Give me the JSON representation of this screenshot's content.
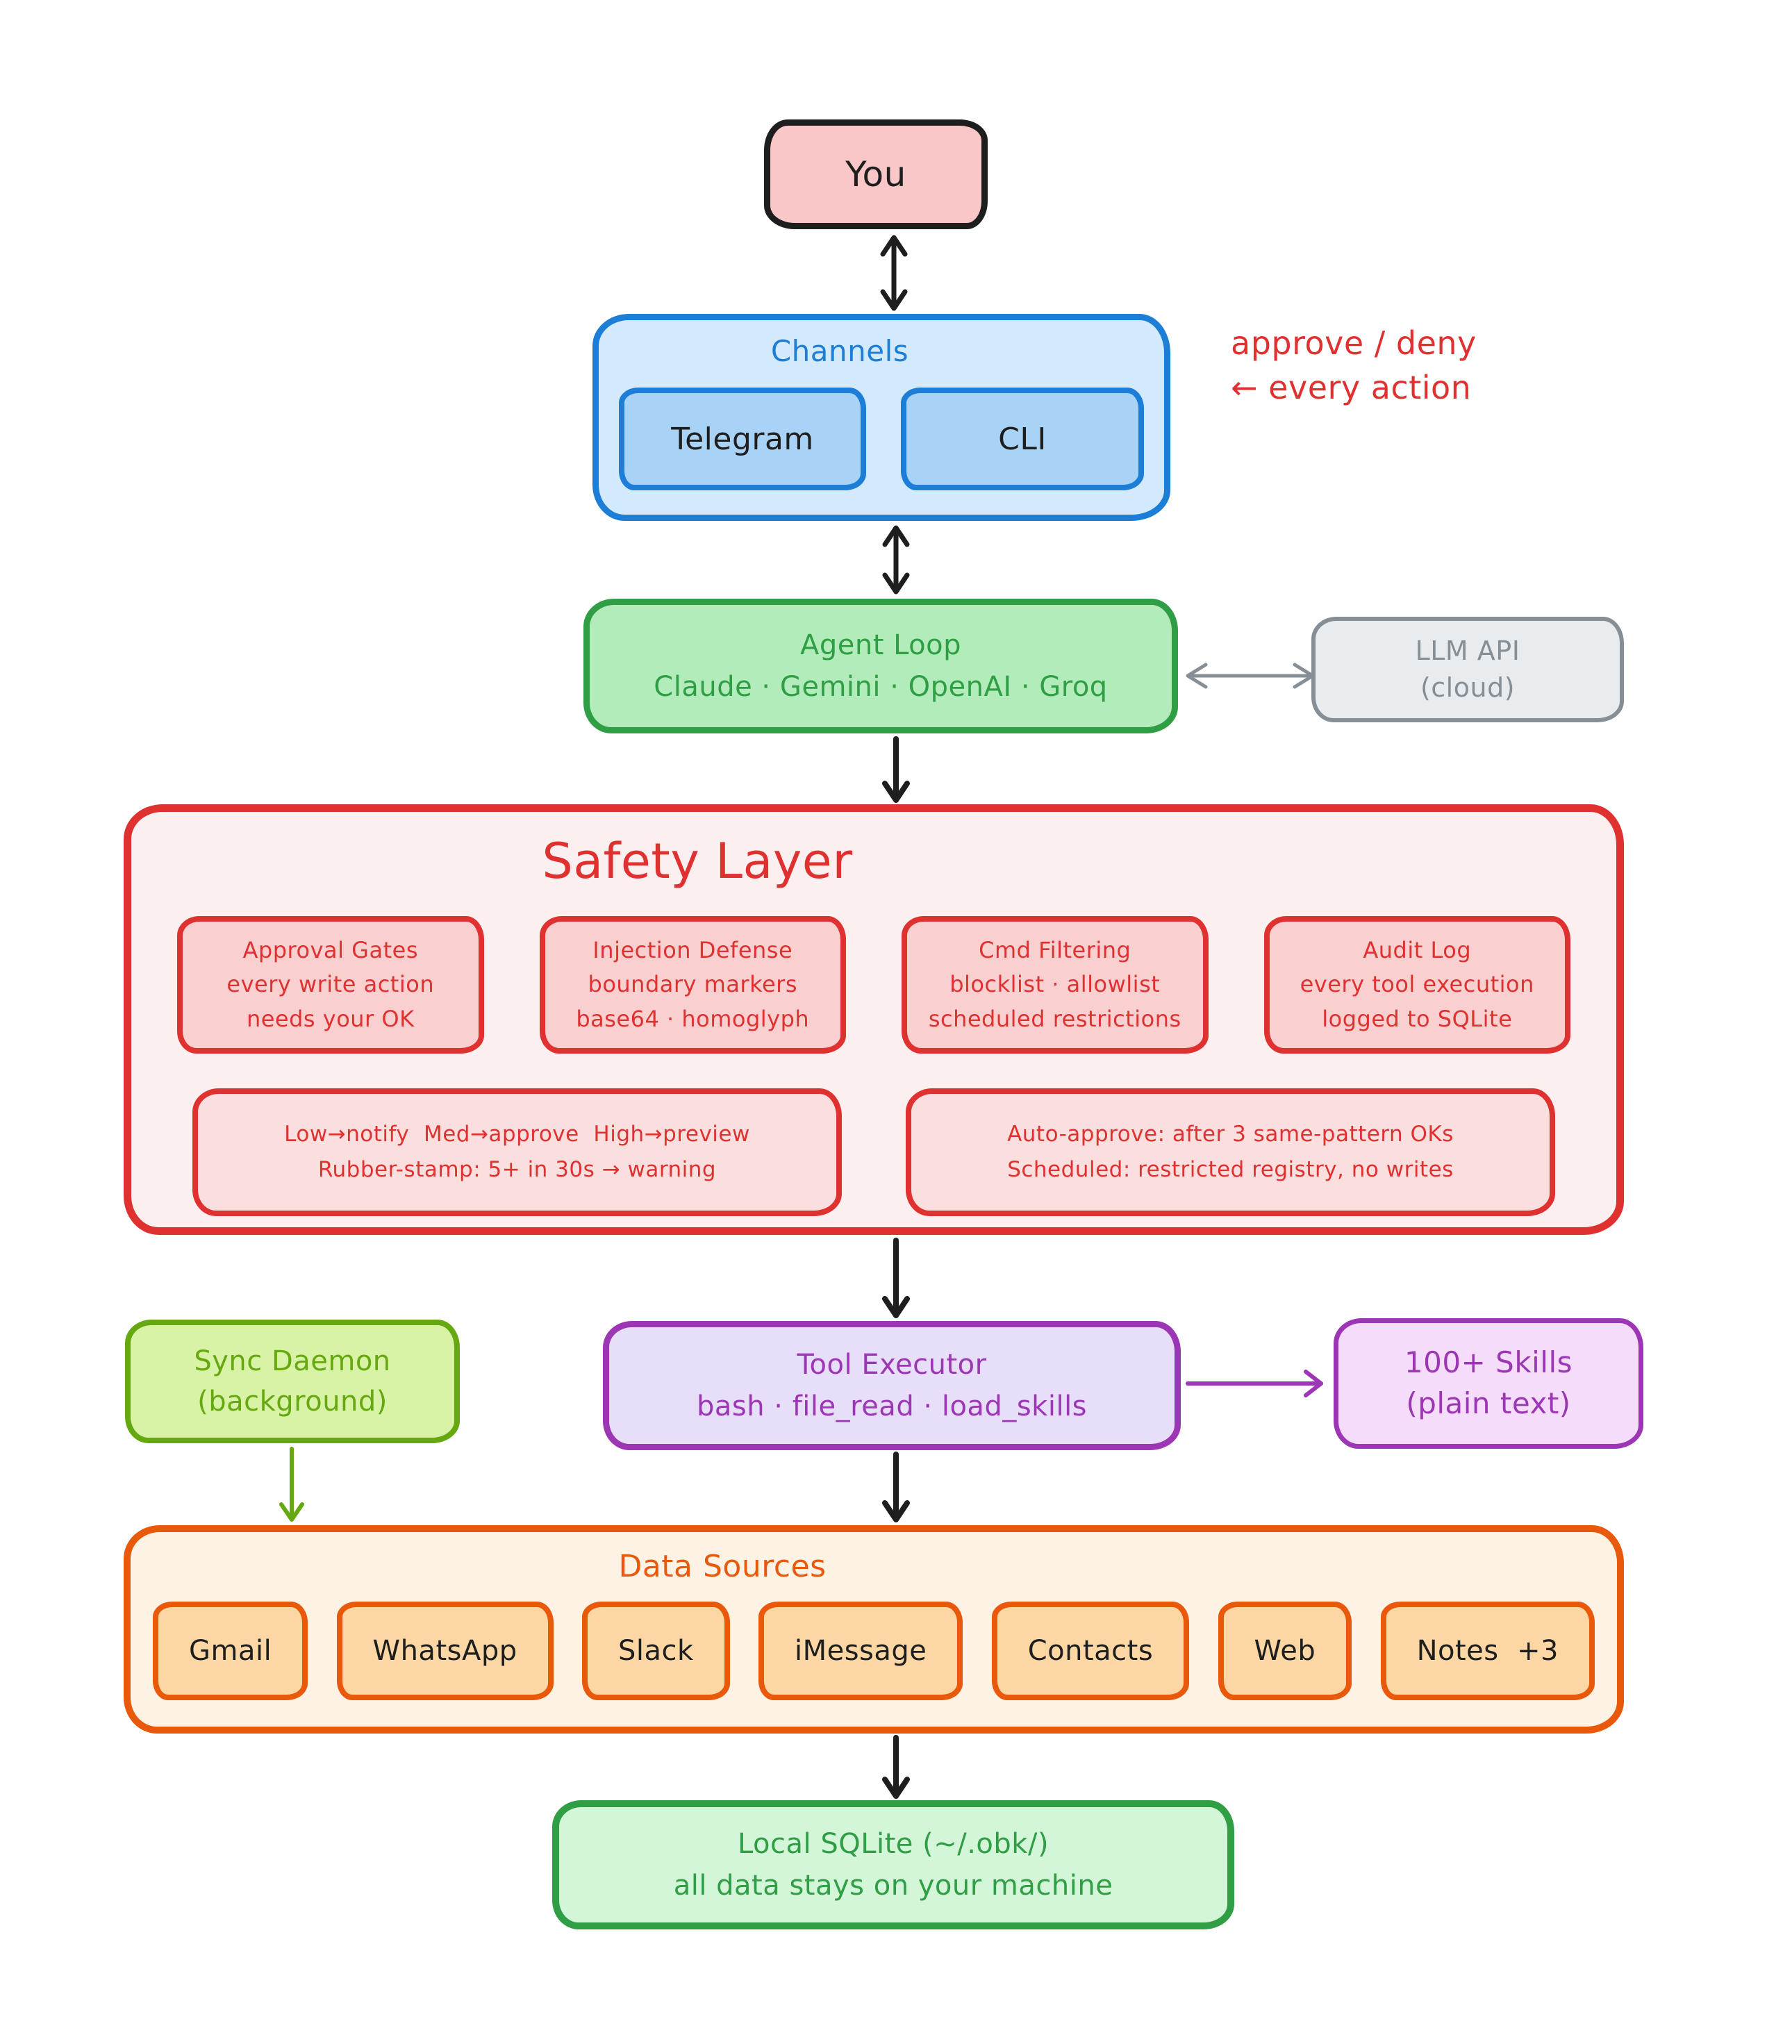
{
  "colors": {
    "ink": "#1e1e1e",
    "blue": "#1c7ed6",
    "green": "#2f9e44",
    "olive": "#66a80f",
    "red": "#e03131",
    "grey": "#868e96",
    "purple": "#9c36b5",
    "orange": "#e8590c"
  },
  "you": {
    "label": "You"
  },
  "channels": {
    "title": "Channels",
    "items": [
      {
        "label": "Telegram"
      },
      {
        "label": "CLI"
      }
    ]
  },
  "annotation": {
    "line1": "approve / deny",
    "line2": "← every action"
  },
  "agent_loop": {
    "title": "Agent Loop",
    "subtitle": "Claude · Gemini · OpenAI · Groq"
  },
  "llm_api": {
    "line1": "LLM API",
    "line2": "(cloud)"
  },
  "safety_layer": {
    "title": "Safety Layer",
    "cards": [
      {
        "lines": [
          "Approval Gates",
          "every write action",
          "needs your OK"
        ]
      },
      {
        "lines": [
          "Injection Defense",
          "boundary markers",
          "base64 · homoglyph"
        ]
      },
      {
        "lines": [
          "Cmd Filtering",
          "blocklist · allowlist",
          "scheduled restrictions"
        ]
      },
      {
        "lines": [
          "Audit Log",
          "every tool execution",
          "logged to SQLite"
        ]
      }
    ],
    "notes": [
      {
        "lines": [
          "Low→notify  Med→approve  High→preview",
          "Rubber-stamp: 5+ in 30s → warning"
        ]
      },
      {
        "lines": [
          "Auto-approve: after 3 same-pattern OKs",
          "Scheduled: restricted registry, no writes"
        ]
      }
    ]
  },
  "sync_daemon": {
    "line1": "Sync Daemon",
    "line2": "(background)"
  },
  "tool_executor": {
    "title": "Tool Executor",
    "subtitle": "bash · file_read · load_skills"
  },
  "skills": {
    "line1": "100+ Skills",
    "line2": "(plain text)"
  },
  "data_sources": {
    "title": "Data Sources",
    "items": [
      {
        "label": "Gmail"
      },
      {
        "label": "WhatsApp"
      },
      {
        "label": "Slack"
      },
      {
        "label": "iMessage"
      },
      {
        "label": "Contacts"
      },
      {
        "label": "Web"
      },
      {
        "label": "Notes  +3"
      }
    ]
  },
  "local_sqlite": {
    "line1": "Local SQLite (~/.obk/)",
    "line2": "all data stays on your machine"
  }
}
